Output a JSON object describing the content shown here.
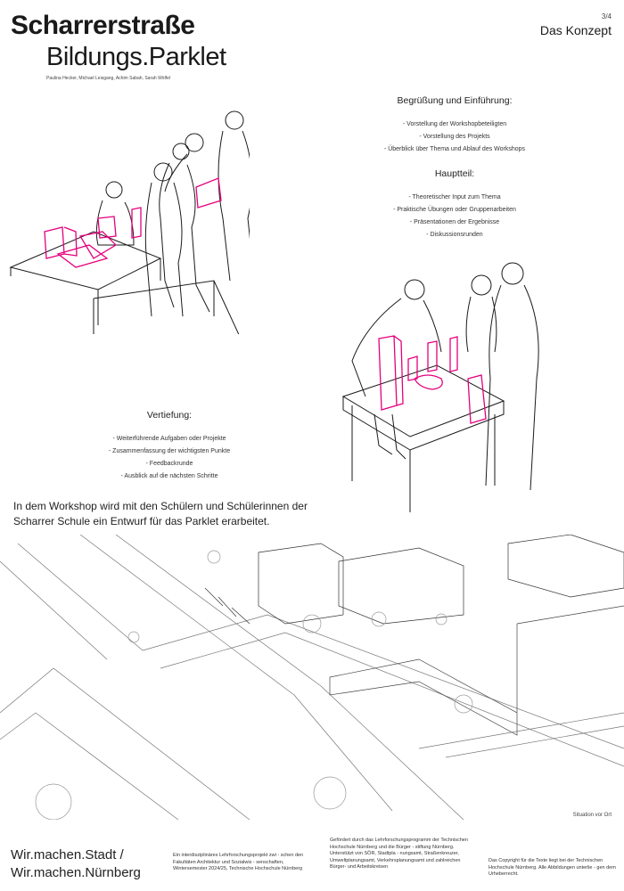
{
  "header": {
    "title": "Scharrerstraße",
    "subtitle": "Bildungs.Parklet",
    "authors": "Paulina Hecker, Michael Leisgang, Achim Sabah, Sarah Wölfel",
    "page_number": "3/4",
    "section": "Das Konzept"
  },
  "agenda": {
    "intro": {
      "heading": "Begrüßung und Einführung:",
      "items": [
        "-  Vorstellung der Workshopbeteiligten",
        "-  Vorstellung des Projekts",
        "-  Überblick über Thema und Ablauf des Workshops"
      ]
    },
    "main": {
      "heading": "Hauptteil:",
      "items": [
        "-  Theoretischer Input zum Thema",
        "-  Praktische Übungen oder Gruppenarbeiten",
        "-  Präsentationen der Ergebnisse",
        "-  Diskussionsrunden"
      ]
    },
    "deepening": {
      "heading": "Vertiefung:",
      "items": [
        "-  Weiterführende Aufgaben oder Projekte",
        "-  Zusammenfassung der wichtigsten Punkte",
        "-  Feedbackrunde",
        "-  Ausblick auf die nächsten Schritte"
      ]
    }
  },
  "summary": "In dem Workshop wird mit den Schülern und Schülerinnen der Scharrer Schule ein Entwurf für das Parklet erarbeitet.",
  "map_caption": "Situation vor Ort",
  "footer": {
    "brand_line1": "Wir.machen.Stadt  /",
    "brand_line2": "Wir.machen.Nürnberg",
    "project": "Ein interdisziplinäres Lehrforschungsprojekt zwi - schen den Fakultäten Architektur und Sozialwis - senschaften, Wintersemester 2024/25, Technische Hochschule Nürnberg",
    "funding": "Gefördert durch das Lehrforschungsprogramm der Technischen Hochschule Nürnberg und die Bürger - stiftung Nürnberg. Unterstützt von SÖR, Stadtpla - nungsamt, Straßenkreuzer, Umweltplanungsamt, Verkehrsplanungsamt und zahlreichen Bürger- und Arbeitskreisen",
    "copyright": "Das Copyright für die Texte liegt bei der Technischen Hochschule Nürnberg. Alle Abbildungen unterlie - gen dem Urheberrecht."
  },
  "colors": {
    "accent": "#e5007d",
    "line": "#1a1a1a"
  }
}
